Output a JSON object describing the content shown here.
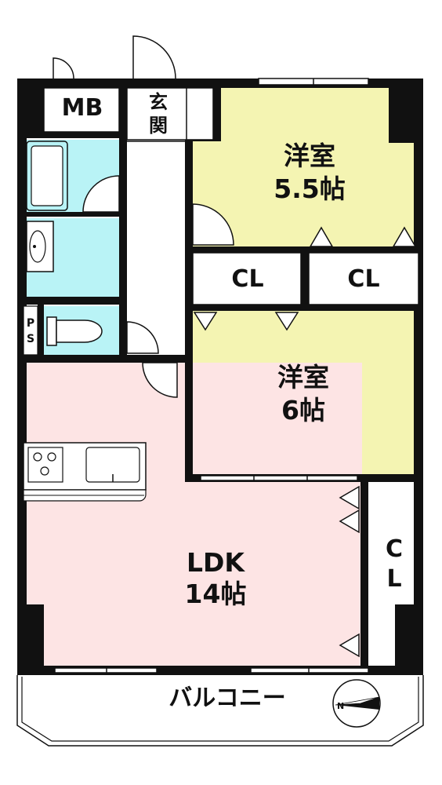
{
  "rooms": {
    "western_1": {
      "name": "洋室",
      "size": "5.5帖"
    },
    "western_2": {
      "name": "洋室",
      "size": "6帖"
    },
    "ldk": {
      "name": "LDK",
      "size": "14帖"
    }
  },
  "labels": {
    "mb": "MB",
    "entrance_1": "玄",
    "entrance_2": "関",
    "closet": "CL",
    "closet_v1": "C",
    "closet_v2": "L",
    "ps_1": "P",
    "ps_2": "S",
    "balcony": "バルコニー",
    "compass_n": "N"
  },
  "colors": {
    "western": "#f4f4b2",
    "wet_area": "#b9f3f6",
    "ldk": "#fde4e4",
    "wall": "#111111",
    "corridor": "#ffffff"
  },
  "icons": [
    "bathtub-icon",
    "washbasin-icon",
    "toilet-icon",
    "stove-icon",
    "sink-icon",
    "compass-icon"
  ]
}
